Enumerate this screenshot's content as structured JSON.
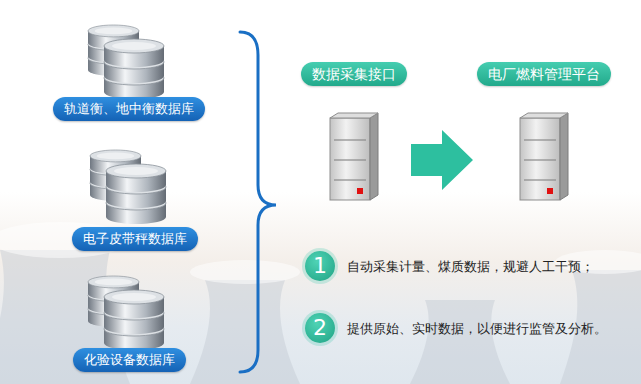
{
  "diagram": {
    "nodes": [
      {
        "text": [
          "轨道衡、地中衡数据库"
        ]
      },
      {
        "text": [
          "电子皮带秤数据库"
        ]
      },
      {
        "text": [
          "化验设备数据库"
        ]
      },
      {
        "text": [
          "数据采集接口"
        ]
      },
      {
        "text": [
          "电厂燃料管理平台"
        ]
      }
    ],
    "edges": [
      {
        "from": 3,
        "to": 4,
        "arrow": "to"
      }
    ],
    "labels": [
      "1",
      "自动采集计量、煤质数据，规避人工干预；",
      "2",
      "提供原始、实时数据，以便进行监管及分析。"
    ]
  }
}
